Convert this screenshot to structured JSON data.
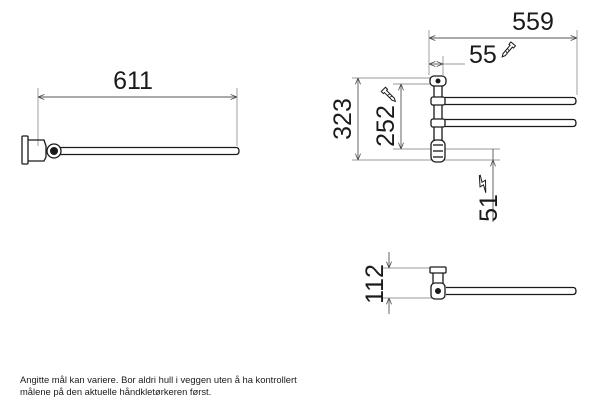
{
  "dimensions": {
    "total_length": "611",
    "side_depth": "559",
    "fixing_offset": "55",
    "height_total": "323",
    "height_fixing": "252",
    "lower_offset": "51",
    "bracket_height": "112"
  },
  "icons": [
    "screw-icon",
    "screw-icon",
    "lightning-icon"
  ],
  "note": {
    "line1": "Angitte mål kan variere. Bor aldri hull i veggen uten å ha kontrollert",
    "line2": "målene på den aktuelle håndkletørkeren først."
  }
}
